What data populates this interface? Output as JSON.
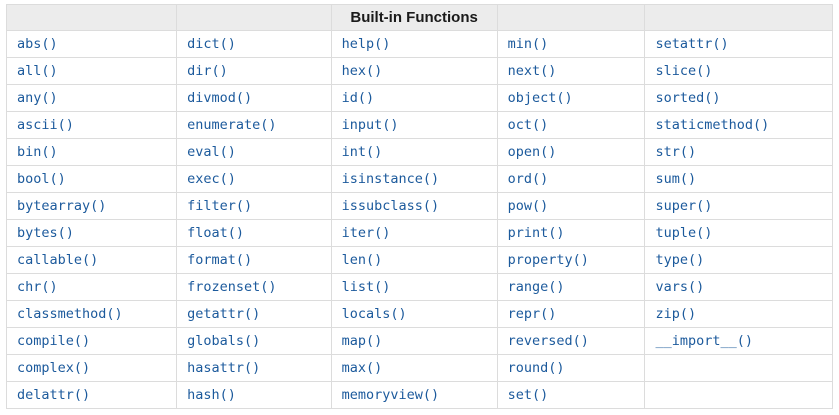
{
  "page": {
    "background": "#ffffff"
  },
  "colors": {
    "link": "#1c5a9c",
    "border": "#dcdcdc",
    "header_bg": "#ececec",
    "header_text": "#1a1a1a"
  },
  "header": {
    "title": "Built-in Functions"
  },
  "table": {
    "column_count": 5,
    "rows": [
      [
        "abs()",
        "dict()",
        "help()",
        "min()",
        "setattr()"
      ],
      [
        "all()",
        "dir()",
        "hex()",
        "next()",
        "slice()"
      ],
      [
        "any()",
        "divmod()",
        "id()",
        "object()",
        "sorted()"
      ],
      [
        "ascii()",
        "enumerate()",
        "input()",
        "oct()",
        "staticmethod()"
      ],
      [
        "bin()",
        "eval()",
        "int()",
        "open()",
        "str()"
      ],
      [
        "bool()",
        "exec()",
        "isinstance()",
        "ord()",
        "sum()"
      ],
      [
        "bytearray()",
        "filter()",
        "issubclass()",
        "pow()",
        "super()"
      ],
      [
        "bytes()",
        "float()",
        "iter()",
        "print()",
        "tuple()"
      ],
      [
        "callable()",
        "format()",
        "len()",
        "property()",
        "type()"
      ],
      [
        "chr()",
        "frozenset()",
        "list()",
        "range()",
        "vars()"
      ],
      [
        "classmethod()",
        "getattr()",
        "locals()",
        "repr()",
        "zip()"
      ],
      [
        "compile()",
        "globals()",
        "map()",
        "reversed()",
        "__import__()"
      ],
      [
        "complex()",
        "hasattr()",
        "max()",
        "round()",
        ""
      ],
      [
        "delattr()",
        "hash()",
        "memoryview()",
        "set()",
        ""
      ]
    ]
  }
}
